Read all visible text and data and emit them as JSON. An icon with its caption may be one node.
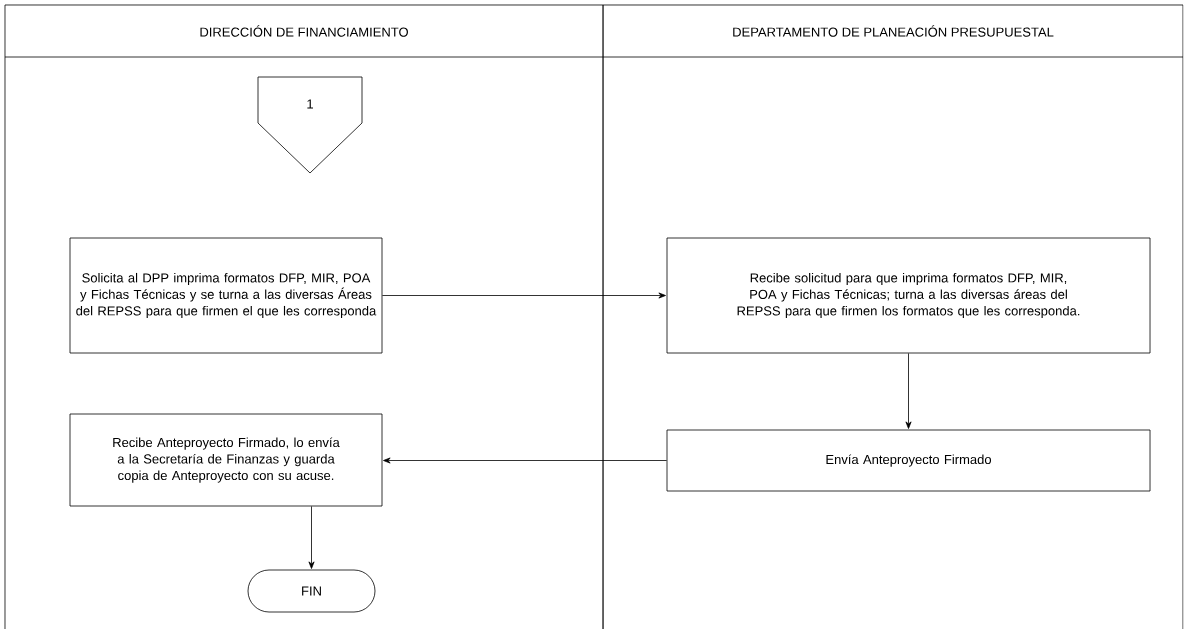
{
  "diagram": {
    "nodes": [
      {
        "text": [
          "DIRECCIÓN DE FINANCIAMIENTO"
        ]
      },
      {
        "text": [
          "DEPARTAMENTO DE PLANEACIÓN PRESUPUESTAL"
        ]
      },
      {
        "text": [
          "1"
        ],
        "in": 0
      },
      {
        "text": [
          "Solicita al DPP imprima formatos DFP, MIR, POA y Fichas Técnicas y se turna a las diversas Áreas del REPSS para que firmen el que les corresponda"
        ],
        "in": 0
      },
      {
        "text": [
          "Recibe solicitud para que imprima formatos DFP, MIR, POA y Fichas Técnicas; turna a las diversas áreas del REPSS para que firmen los formatos que les corresponda."
        ],
        "in": 1
      },
      {
        "text": [
          "Envía Anteproyecto Firmado"
        ],
        "in": 1
      },
      {
        "text": [
          "Recibe Anteproyecto Firmado, lo envía a la Secretaría de Finanzas y guarda copia de Anteproyecto con su acuse."
        ],
        "in": 0
      },
      {
        "text": [
          "FIN"
        ],
        "in": 0
      }
    ],
    "edges": [
      {
        "from": 3,
        "to": 4,
        "arrow": "to"
      },
      {
        "from": 4,
        "to": 5,
        "arrow": "to"
      },
      {
        "from": 5,
        "to": 6,
        "arrow": "to"
      },
      {
        "from": 6,
        "to": 7,
        "arrow": "to"
      }
    ]
  }
}
